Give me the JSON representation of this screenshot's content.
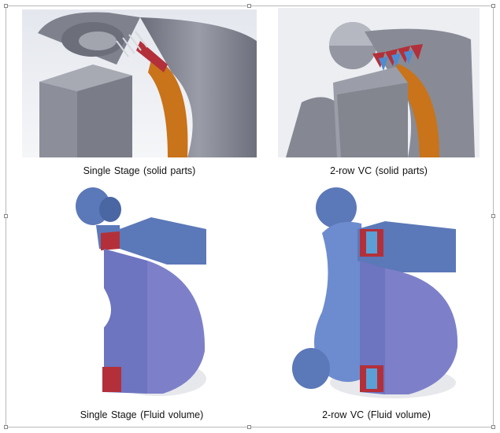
{
  "figure": {
    "captions": {
      "top_left": "Single Stage (solid parts)",
      "top_right": "2-row VC (solid parts)",
      "bottom_left": "Single Stage (Fluid volume)",
      "bottom_right": "2-row VC (Fluid volume)"
    }
  },
  "colors": {
    "solid_gray": "#8c8f9a",
    "fluid_blue": "#5b78b8",
    "fluid_violet": "#7d80c9",
    "rotor_orange": "#c9731a",
    "blade_red": "#b3303a"
  }
}
